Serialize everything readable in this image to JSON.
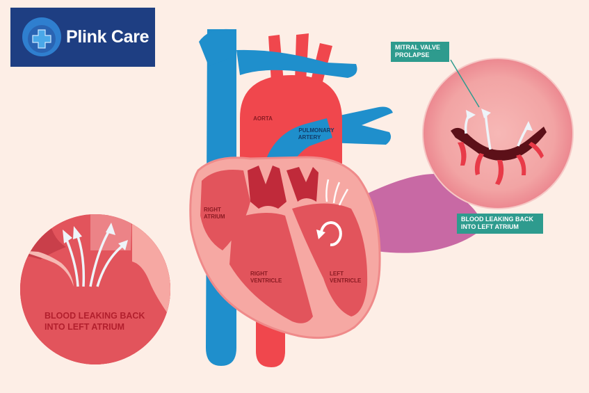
{
  "brand": {
    "name": "Plink Care",
    "logo_icon": "medical-cross-icon"
  },
  "heart_labels": {
    "aorta": "AORTA",
    "pulmonary_artery": [
      "PULMONARY",
      "ARTERY"
    ],
    "right_atrium": [
      "RIGHT",
      "ATRIUM"
    ],
    "right_ventricle": [
      "RIGHT",
      "VENTRICLE"
    ],
    "left_ventricle": [
      "LEFT",
      "VENTRICLE"
    ]
  },
  "callouts": {
    "mitral_valve_prolapse": "MITRAL VALVE\nPROLAPSE",
    "blood_leaking_small": "BLOOD LEAKING BACK\nINTO LEFT ATRIUM"
  },
  "zoom_left": {
    "caption": [
      "BLOOD LEAKING BACK",
      "INTO LEFT ATRIUM"
    ]
  },
  "colors": {
    "background": "#fdeee6",
    "logo_bg": "#1e3e82",
    "vein_blue": "#1f8fcc",
    "artery_red": "#f0474d",
    "heart_outer": "#f6a8a3",
    "heart_chamber": "#e2545c",
    "valve_dark": "#c02a3a",
    "callout_teal": "#2e9b8e",
    "zoom_purple": "#c25a9c",
    "caption_red": "#b21f2d"
  }
}
